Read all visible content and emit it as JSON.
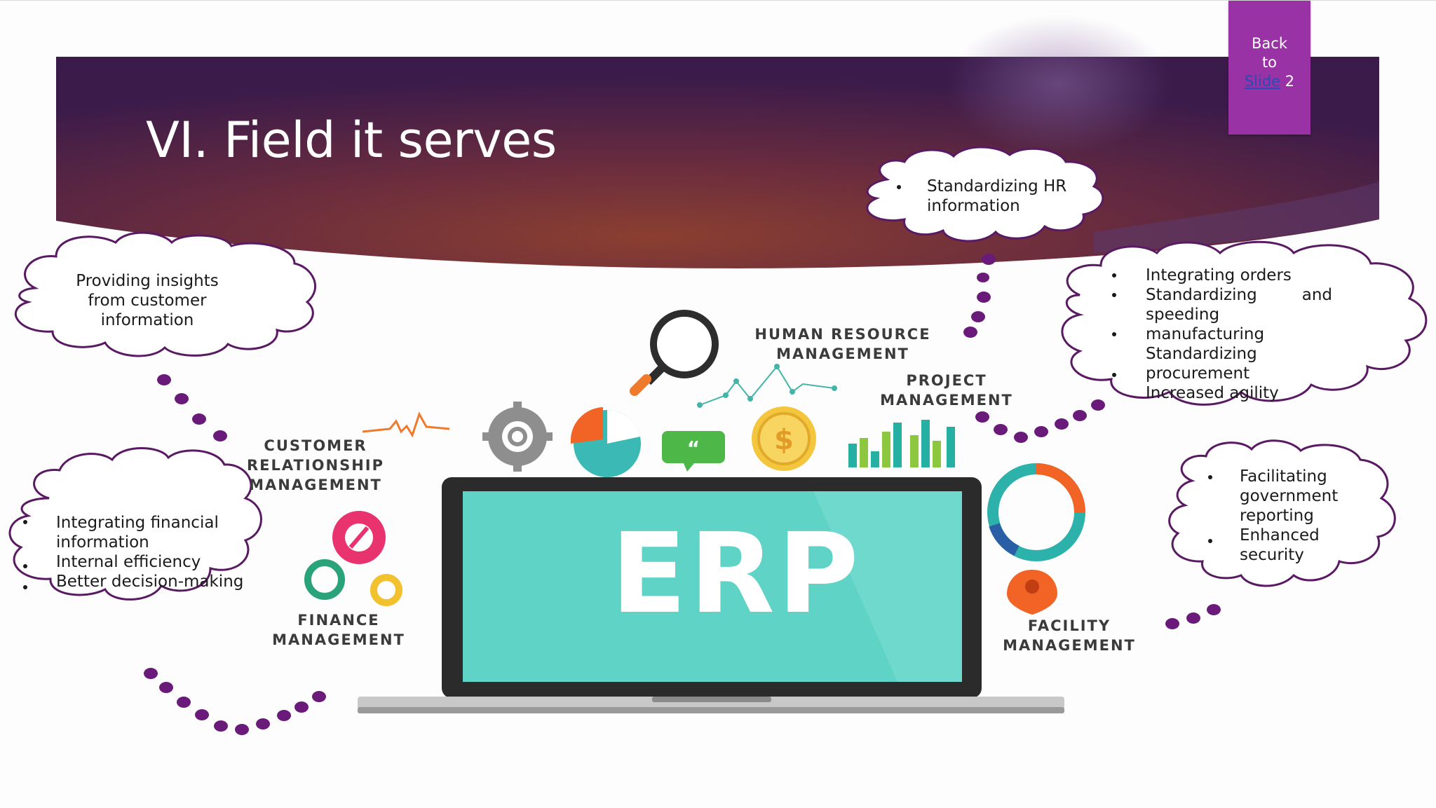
{
  "slide": {
    "title": "VI. Field it serves",
    "back_button": {
      "line1": "Back",
      "line2": "to",
      "link": "Slide",
      "num": "2"
    }
  },
  "diagram": {
    "center_label": "ERP",
    "modules": {
      "hr": {
        "line1": "HUMAN RESOURCE",
        "line2": "MANAGEMENT"
      },
      "project": {
        "line1": "PROJECT",
        "line2": "MANAGEMENT"
      },
      "crm": {
        "line1": "CUSTOMER",
        "line2": "RELATIONSHIP",
        "line3": "MANAGEMENT"
      },
      "finance": {
        "line1": "FINANCE",
        "line2": "MANAGEMENT"
      },
      "facility": {
        "line1": "FACILITY",
        "line2": "MANAGEMENT"
      }
    }
  },
  "bubbles": {
    "crm": {
      "text": "Providing insights from customer information"
    },
    "hr": {
      "items": [
        "Standardizing HR information"
      ]
    },
    "project": {
      "item1": "Integrating orders",
      "item2_a": "Standardizing",
      "item2_b": "and",
      "item2_c": "speeding manufacturing",
      "item3": "Standardizing procurement",
      "item4": "Increased agility"
    },
    "finance": {
      "items": [
        "Integrating financial information",
        "Internal efficiency",
        "Better decision-making"
      ]
    },
    "facility": {
      "items": [
        "Facilitating government reporting",
        "Enhanced security"
      ]
    }
  },
  "colors": {
    "banner_left": "#40204d",
    "banner_mid": "#7a3a36",
    "banner_right": "#3a1a48",
    "back_button": "#9932a5",
    "cloud_stroke": "#5a1a63",
    "dot": "#6a1b7a",
    "erp_screen": "#5fd3c5",
    "laptop_frame": "#2b2b2b"
  },
  "icons": [
    "magnifier-icon",
    "gear-icon",
    "pie-chart-icon",
    "chat-icon",
    "dollar-coin-icon",
    "bar-chart-icon",
    "donut-chart-icon",
    "map-pin-icon",
    "gears-icon",
    "line-graph-icon",
    "heartbeat-icon"
  ]
}
